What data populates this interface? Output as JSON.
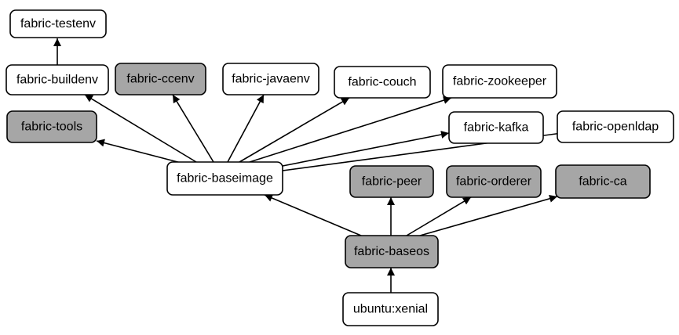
{
  "colors": {
    "highlighted_fill": "#a6a6a6",
    "default_fill": "#ffffff",
    "stroke": "#000000"
  },
  "nodes": [
    {
      "id": "testenv",
      "label": "fabric-testenv",
      "highlighted": false
    },
    {
      "id": "buildenv",
      "label": "fabric-buildenv",
      "highlighted": false
    },
    {
      "id": "ccenv",
      "label": "fabric-ccenv",
      "highlighted": true
    },
    {
      "id": "javaenv",
      "label": "fabric-javaenv",
      "highlighted": false
    },
    {
      "id": "couch",
      "label": "fabric-couch",
      "highlighted": false
    },
    {
      "id": "zookeeper",
      "label": "fabric-zookeeper",
      "highlighted": false
    },
    {
      "id": "tools",
      "label": "fabric-tools",
      "highlighted": true
    },
    {
      "id": "kafka",
      "label": "fabric-kafka",
      "highlighted": false
    },
    {
      "id": "openldap",
      "label": "fabric-openldap",
      "highlighted": false
    },
    {
      "id": "baseimage",
      "label": "fabric-baseimage",
      "highlighted": false
    },
    {
      "id": "peer",
      "label": "fabric-peer",
      "highlighted": true
    },
    {
      "id": "orderer",
      "label": "fabric-orderer",
      "highlighted": true
    },
    {
      "id": "ca",
      "label": "fabric-ca",
      "highlighted": true
    },
    {
      "id": "baseos",
      "label": "fabric-baseos",
      "highlighted": true
    },
    {
      "id": "xenial",
      "label": "ubuntu:xenial",
      "highlighted": false
    }
  ],
  "edges": [
    {
      "from": "buildenv",
      "to": "testenv"
    },
    {
      "from": "baseimage",
      "to": "buildenv"
    },
    {
      "from": "baseimage",
      "to": "ccenv"
    },
    {
      "from": "baseimage",
      "to": "javaenv"
    },
    {
      "from": "baseimage",
      "to": "couch"
    },
    {
      "from": "baseimage",
      "to": "zookeeper"
    },
    {
      "from": "baseimage",
      "to": "tools"
    },
    {
      "from": "baseimage",
      "to": "kafka"
    },
    {
      "from": "baseimage",
      "to": "openldap"
    },
    {
      "from": "baseos",
      "to": "baseimage"
    },
    {
      "from": "baseos",
      "to": "peer"
    },
    {
      "from": "baseos",
      "to": "orderer"
    },
    {
      "from": "baseos",
      "to": "ca"
    },
    {
      "from": "xenial",
      "to": "baseos"
    }
  ]
}
